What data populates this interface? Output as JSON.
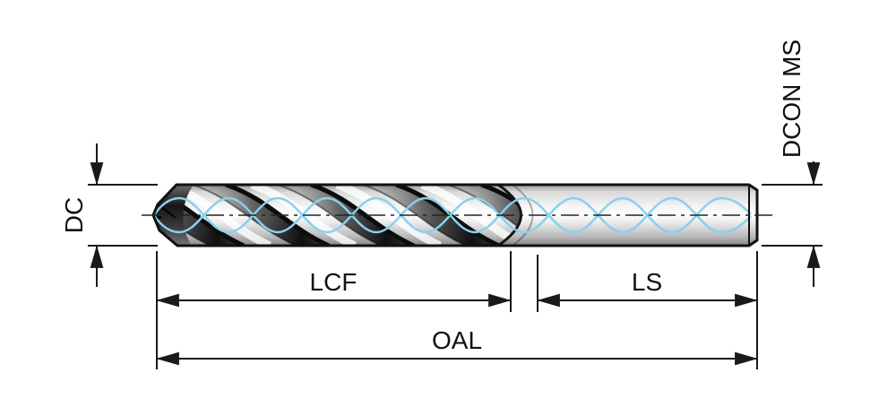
{
  "diagram": {
    "labels": {
      "diameter": "DC",
      "shank_diameter": "DCON MS",
      "flute_length": "LCF",
      "shank_length": "LS",
      "overall_length": "OAL"
    },
    "colors": {
      "background": "#ffffff",
      "outline": "#111111",
      "dimension_lines": "#1a1a1a",
      "coolant_channel": "#85d2ee",
      "metal_highlight": "#ffffff",
      "metal_shadow": "#8a8a8a",
      "flute_groove": "#0f0f0f"
    }
  }
}
